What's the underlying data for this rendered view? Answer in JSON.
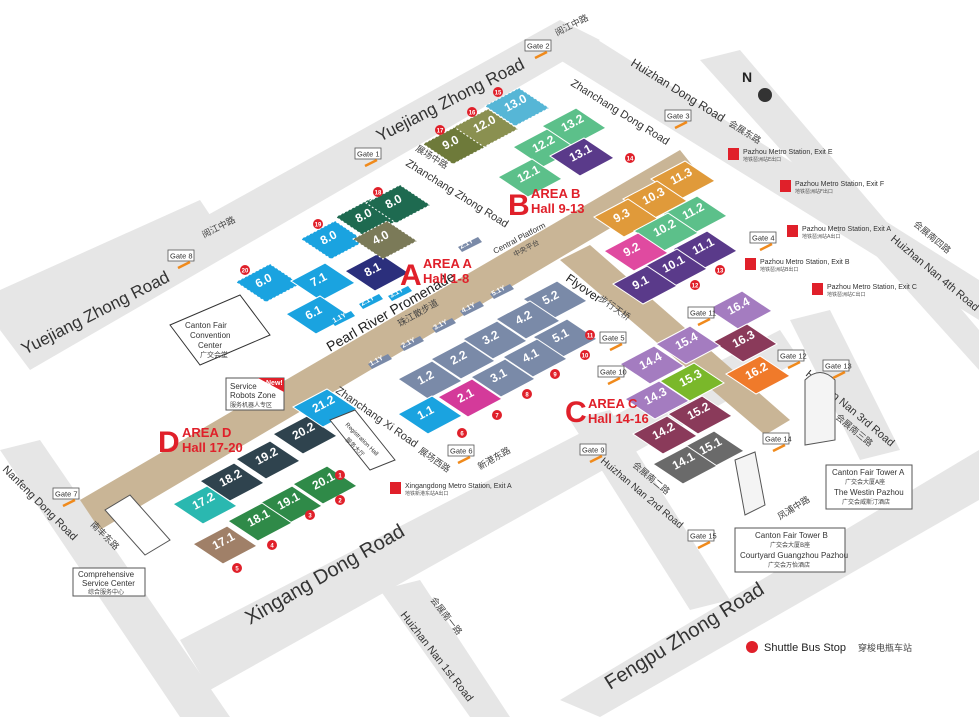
{
  "colors": {
    "accent": "#e0202a",
    "road": "#e6e6e6",
    "promenade": "#c9b596",
    "gate_bar": "#f08a1c"
  },
  "roads": {
    "yuejiang_top": "Yuejiang Zhong Road",
    "yuejiang_top_cn": "阅江中路",
    "yuejiang_left": "Yuejiang Zhong Road",
    "yuejiang_left_cn": "阅江中路",
    "huizhan_dong": "Huizhan Dong Road",
    "huizhan_dong_cn": "会展东路",
    "zhanchang_dong": "Zhanchang Dong Road",
    "zhanchang_zhong": "Zhanchang Zhong Road",
    "zhanchang_zhong_cn": "展场中路",
    "zhanchang_xi": "Zhanchang Xi Road",
    "zhanchang_xi_cn": "展场西路",
    "huizhan_nan_4": "Huizhan Nan 4th Road",
    "huizhan_nan_4_cn": "会展南四路",
    "huizhan_nan_3": "Huizhan Nan 3rd Road",
    "huizhan_nan_3_cn": "会展南三路",
    "huizhan_nan_2": "Huizhan Nan 2nd Road",
    "huizhan_nan_2_cn": "会展南二路",
    "huizhan_nan_1": "Huizhan Nan 1st Road",
    "huizhan_nan_1_cn": "会展南一路",
    "nanfeng_dong": "Nanfeng Dong Road",
    "nanfeng_dong_cn": "南丰东路",
    "xingang_dong": "Xingang Dong Road",
    "xingang_dong_cn": "新港东路",
    "fengpu_zhong": "Fengpu Zhong Road",
    "fengpu_zhong_cn": "凤浦中路",
    "yuepu_cn": "会展东路",
    "pearl_river": "Pearl River Promenade",
    "pearl_river_cn": "珠江散步道",
    "flyover": "Flyover",
    "flyover_cn": "步行天桥",
    "central_platform": "Central Platform",
    "central_platform_cn": "中央平台"
  },
  "areas": [
    {
      "letter": "A",
      "name": "AREA A",
      "halls": "Hall 1-8"
    },
    {
      "letter": "B",
      "name": "AREA B",
      "halls": "Hall 9-13"
    },
    {
      "letter": "C",
      "name": "AREA C",
      "halls": "Hall 14-16"
    },
    {
      "letter": "D",
      "name": "AREA D",
      "halls": "Hall 17-20"
    }
  ],
  "halls": [
    {
      "id": "6.0",
      "color": "#1aa3e0",
      "dashed": true
    },
    {
      "id": "7.1",
      "color": "#1aa3e0"
    },
    {
      "id": "8.1",
      "color": "#2b2f7c"
    },
    {
      "id": "6.1",
      "color": "#1aa3e0"
    },
    {
      "id": "8.0",
      "color": "#1aa3e0",
      "dashed": true
    },
    {
      "id": "8.0",
      "color": "#1e6a50",
      "dashed": true
    },
    {
      "id": "8.0",
      "color": "#1e6a50",
      "dashed": true
    },
    {
      "id": "4.0",
      "color": "#7b7a58",
      "dashed": true
    },
    {
      "id": "9.0",
      "color": "#6e7a3a",
      "dashed": true
    },
    {
      "id": "12.0",
      "color": "#8a9050",
      "dashed": true
    },
    {
      "id": "13.0",
      "color": "#56b6d6",
      "dashed": true
    },
    {
      "id": "13.2",
      "color": "#5cc08a"
    },
    {
      "id": "12.2",
      "color": "#5cc08a"
    },
    {
      "id": "12.1",
      "color": "#5cc08a"
    },
    {
      "id": "13.1",
      "color": "#5a3a8a"
    },
    {
      "id": "11.3",
      "color": "#e09a3a"
    },
    {
      "id": "10.3",
      "color": "#e09a3a"
    },
    {
      "id": "9.3",
      "color": "#e09a3a"
    },
    {
      "id": "11.2",
      "color": "#5cc08a"
    },
    {
      "id": "10.2",
      "color": "#5cc08a"
    },
    {
      "id": "9.2",
      "color": "#e04aa0"
    },
    {
      "id": "11.1",
      "color": "#5a3a8a"
    },
    {
      "id": "10.1",
      "color": "#5a3a8a"
    },
    {
      "id": "9.1",
      "color": "#5a3a8a"
    },
    {
      "id": "5.2",
      "color": "#7a8aa8"
    },
    {
      "id": "4.2",
      "color": "#7a8aa8"
    },
    {
      "id": "3.2",
      "color": "#7a8aa8"
    },
    {
      "id": "2.2",
      "color": "#7a8aa8"
    },
    {
      "id": "1.2",
      "color": "#7a8aa8"
    },
    {
      "id": "5.1",
      "color": "#7a8aa8"
    },
    {
      "id": "4.1",
      "color": "#7a8aa8"
    },
    {
      "id": "3.1",
      "color": "#7a8aa8"
    },
    {
      "id": "2.1",
      "color": "#d43a9a"
    },
    {
      "id": "1.1",
      "color": "#1aa3e0"
    },
    {
      "id": "16.4",
      "color": "#a47cc0"
    },
    {
      "id": "16.3",
      "color": "#8a3a5a"
    },
    {
      "id": "16.2",
      "color": "#f07a2a"
    },
    {
      "id": "15.4",
      "color": "#a47cc0"
    },
    {
      "id": "14.4",
      "color": "#a47cc0"
    },
    {
      "id": "15.3",
      "color": "#7ab82a"
    },
    {
      "id": "14.3",
      "color": "#a47cc0"
    },
    {
      "id": "15.2",
      "color": "#8a3a5a"
    },
    {
      "id": "14.2",
      "color": "#8a3a5a"
    },
    {
      "id": "15.1",
      "color": "#6a6a6a"
    },
    {
      "id": "14.1",
      "color": "#6a6a6a"
    },
    {
      "id": "20.2",
      "color": "#2f434e"
    },
    {
      "id": "19.2",
      "color": "#2f434e"
    },
    {
      "id": "18.2",
      "color": "#2f434e"
    },
    {
      "id": "17.2",
      "color": "#2ab8b0"
    },
    {
      "id": "20.1",
      "color": "#2f8a48"
    },
    {
      "id": "19.1",
      "color": "#2f8a48"
    },
    {
      "id": "18.1",
      "color": "#2f8a48"
    },
    {
      "id": "17.1",
      "color": "#a08068"
    },
    {
      "id": "21.2",
      "color": "#1aa3e0"
    }
  ],
  "y_halls": [
    "1.1Y",
    "2.1Y",
    "3.1Y",
    "1.1Y",
    "2.1Y",
    "3.1Y",
    "4.1Y",
    "5.1Y",
    "2.1Y"
  ],
  "gates": [
    "Gate 1",
    "Gate 2",
    "Gate 3",
    "Gate 4",
    "Gate 5",
    "Gate 6",
    "Gate 7",
    "Gate 8",
    "Gate 9",
    "Gate 10",
    "Gate 11",
    "Gate 12",
    "Gate 13",
    "Gate 14",
    "Gate 15"
  ],
  "metro": [
    {
      "name": "Pazhou Metro Station, Exit E",
      "cn": "地铁琶洲站E出口"
    },
    {
      "name": "Pazhou Metro Station, Exit F",
      "cn": "地铁琶洲站F出口"
    },
    {
      "name": "Pazhou Metro Station, Exit A",
      "cn": "地铁琶洲站A出口"
    },
    {
      "name": "Pazhou Metro Station, Exit B",
      "cn": "地铁琶洲站B出口"
    },
    {
      "name": "Pazhou Metro Station, Exit C",
      "cn": "地铁琶洲站C出口"
    },
    {
      "name": "Xingangdong Metro Station, Exit A",
      "cn": "地铁新港东站A出口"
    }
  ],
  "landmarks": {
    "convention_1": "Canton Fair",
    "convention_2": "Convention",
    "convention_3": "Center",
    "convention_cn": "广交会堂",
    "robots_1": "Service",
    "robots_2": "Robots Zone",
    "robots_cn": "服务机器人专区",
    "robots_new": "New!",
    "registration": "Registration Hall",
    "registration_cn": "服务大厅",
    "service_1": "Comprehensive",
    "service_2": "Service Center",
    "service_cn": "综合服务中心",
    "tower_a": "Canton Fair Tower A",
    "tower_a_cn": "广交会大厦A座",
    "westin": "The Westin Pazhou",
    "westin_cn": "广交会威斯汀酒店",
    "tower_b": "Canton Fair Tower B",
    "tower_b_cn": "广交会大厦B座",
    "courtyard": "Courtyard Guangzhou Pazhou",
    "courtyard_cn": "广交会万怡酒店"
  },
  "shuttle_stops": [
    "1",
    "2",
    "3",
    "4",
    "5",
    "6",
    "7",
    "8",
    "9",
    "10",
    "11",
    "12",
    "13",
    "14",
    "15",
    "16",
    "17",
    "18",
    "19",
    "20"
  ],
  "legend": {
    "label": "Shuttle Bus Stop",
    "cn": "穿梭电瓶车站"
  },
  "compass": "N"
}
